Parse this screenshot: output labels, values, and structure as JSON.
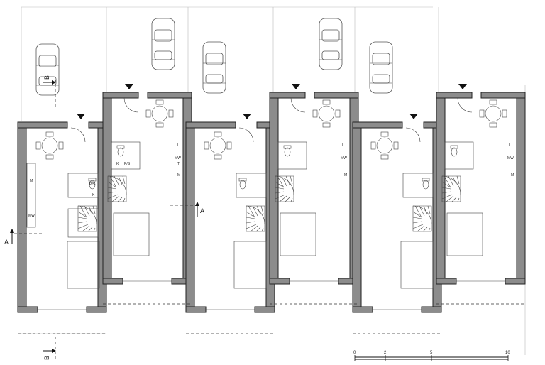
{
  "drawing": {
    "section_a_label": "A",
    "section_b_label": "B",
    "scale_bar": {
      "ticks": [
        "0",
        "2",
        "5",
        "10"
      ]
    }
  },
  "unit_labels": {
    "pis": "P/S",
    "k": "K",
    "l": "L",
    "mw": "MW",
    "t": "T",
    "m": "M"
  },
  "colors": {
    "wall": "#8c8c8c",
    "line": "#222222",
    "background": "#ffffff"
  },
  "icons": [
    "entrance-arrow-icon",
    "car-icon",
    "dining-table-icon",
    "toilet-icon",
    "sink-icon",
    "stair-icon"
  ]
}
